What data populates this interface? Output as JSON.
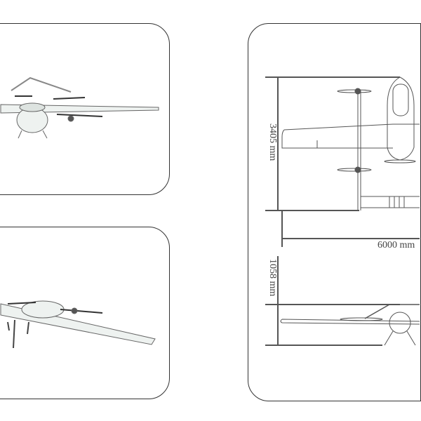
{
  "dimensions": {
    "height_top_view": "3405 mm",
    "length": "6000 mm",
    "height_side_view": "1058 mm"
  },
  "colors": {
    "line": "#555555",
    "body": "#eef2f0",
    "frame": "#333333"
  }
}
